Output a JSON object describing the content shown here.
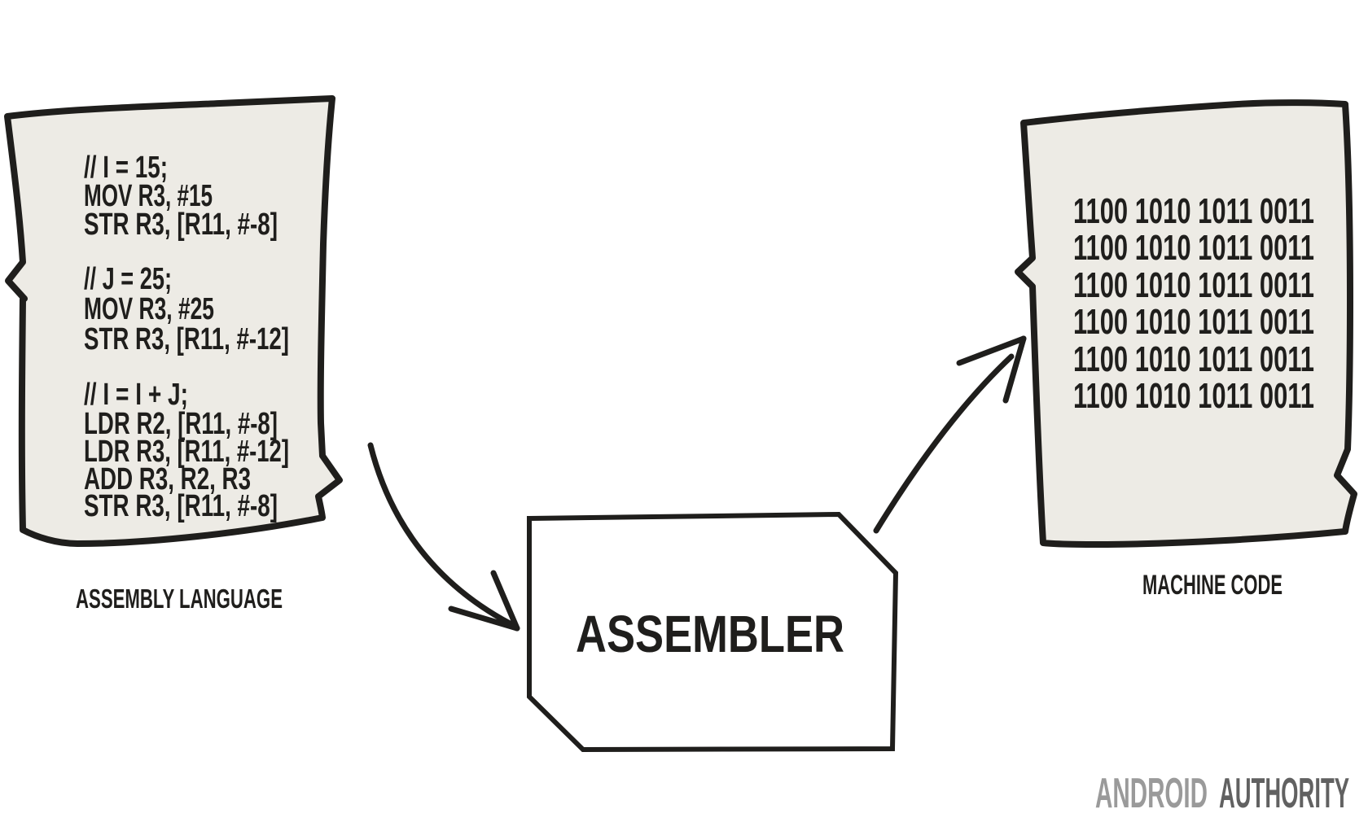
{
  "diagram": {
    "left_paper": {
      "label": "ASSEMBLY LANGUAGE",
      "lines": [
        "// I = 15;",
        "MOV R3, #15",
        "STR R3, [R11, #-8]",
        "// J = 25;",
        "MOV R3, #25",
        "STR R3, [R11, #-12]",
        "// I = I + J;",
        "LDR R2, [R11, #-8]",
        "LDR R3, [R11, #-12]",
        "ADD R3, R2, R3",
        "STR R3, [R11, #-8]"
      ]
    },
    "processor": {
      "label": "ASSEMBLER"
    },
    "right_paper": {
      "label": "MACHINE CODE",
      "lines": [
        "1100 1010 1011 0011",
        "1100 1010 1011 0011",
        "1100 1010 1011 0011",
        "1100 1010 1011 0011",
        "1100 1010 1011 0011",
        "1100 1010 1011 0011"
      ]
    },
    "watermark": {
      "part1": "ANDROID",
      "part2": "AUTHORITY"
    },
    "colors": {
      "ink": "#1f1e1c",
      "paper": "#edebe5",
      "background": "#ffffff",
      "watermark_light": "#9a9a9a",
      "watermark_dark": "#616161"
    }
  }
}
